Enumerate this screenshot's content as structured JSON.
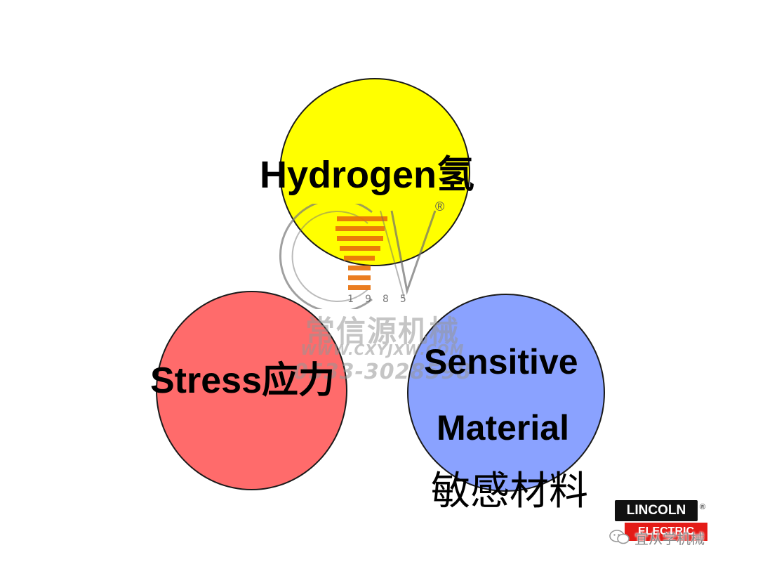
{
  "diagram": {
    "circles": [
      {
        "id": "hydrogen",
        "color": "#ffff00",
        "label": "Hydrogen氢"
      },
      {
        "id": "stress",
        "color": "#ff6b6b",
        "label": "Stress应力"
      },
      {
        "id": "sensitive",
        "color": "#8aa2ff",
        "label_line1": "Sensitive",
        "label_line2": "Material",
        "label_line3": "敏感材料"
      }
    ]
  },
  "watermark": {
    "year": "1985",
    "company": "常信源机械",
    "url": "WWW.CXYJXW.COM",
    "phone": "0533-3028598",
    "registered": "®"
  },
  "logo": {
    "top": "LINCOLN",
    "bottom": "ELECTRIC",
    "registered": "®"
  },
  "source_tag": {
    "name": "宜从学机械",
    "icon": "wechat-icon"
  }
}
